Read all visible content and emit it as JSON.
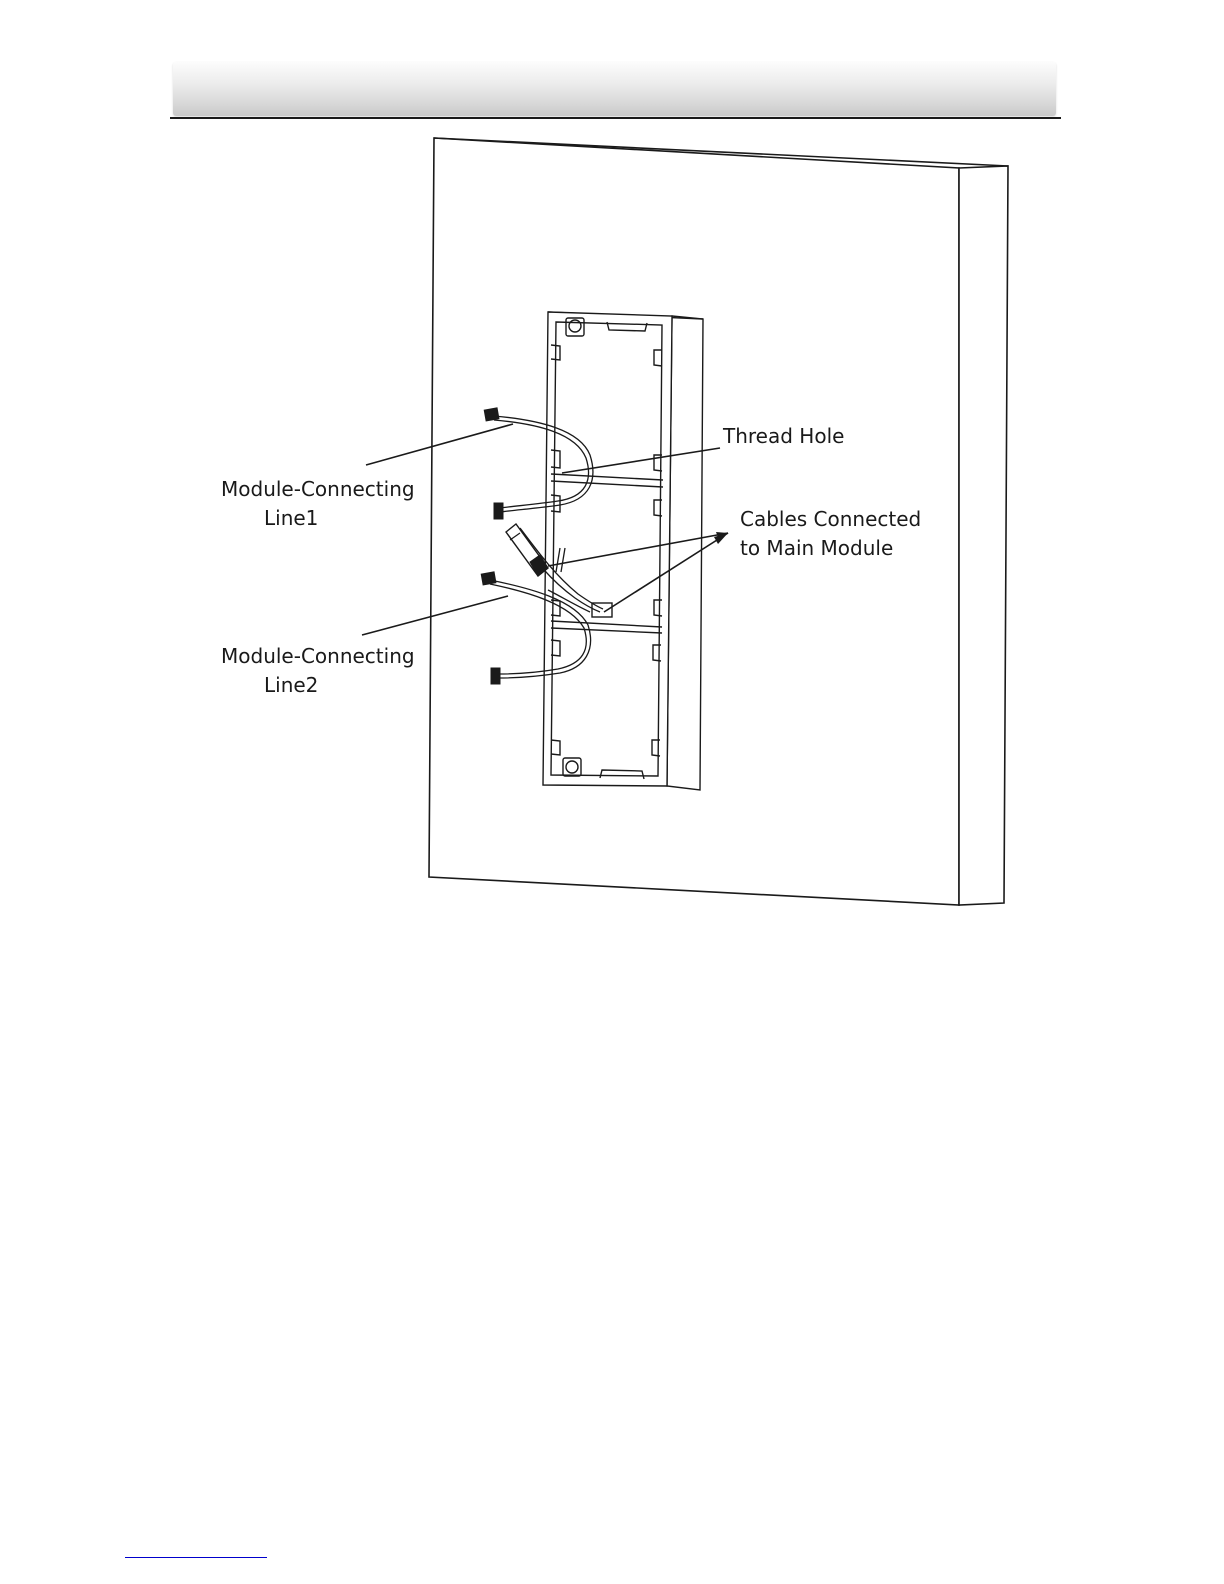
{
  "labels": {
    "thread_hole": "Thread Hole",
    "cables_line1": "Cables Connected",
    "cables_line2": "to Main Module",
    "mcl1_line1": "Module-Connecting",
    "mcl1_line2": "Line1",
    "mcl2_line1": "Module-Connecting",
    "mcl2_line2": "Line2"
  }
}
